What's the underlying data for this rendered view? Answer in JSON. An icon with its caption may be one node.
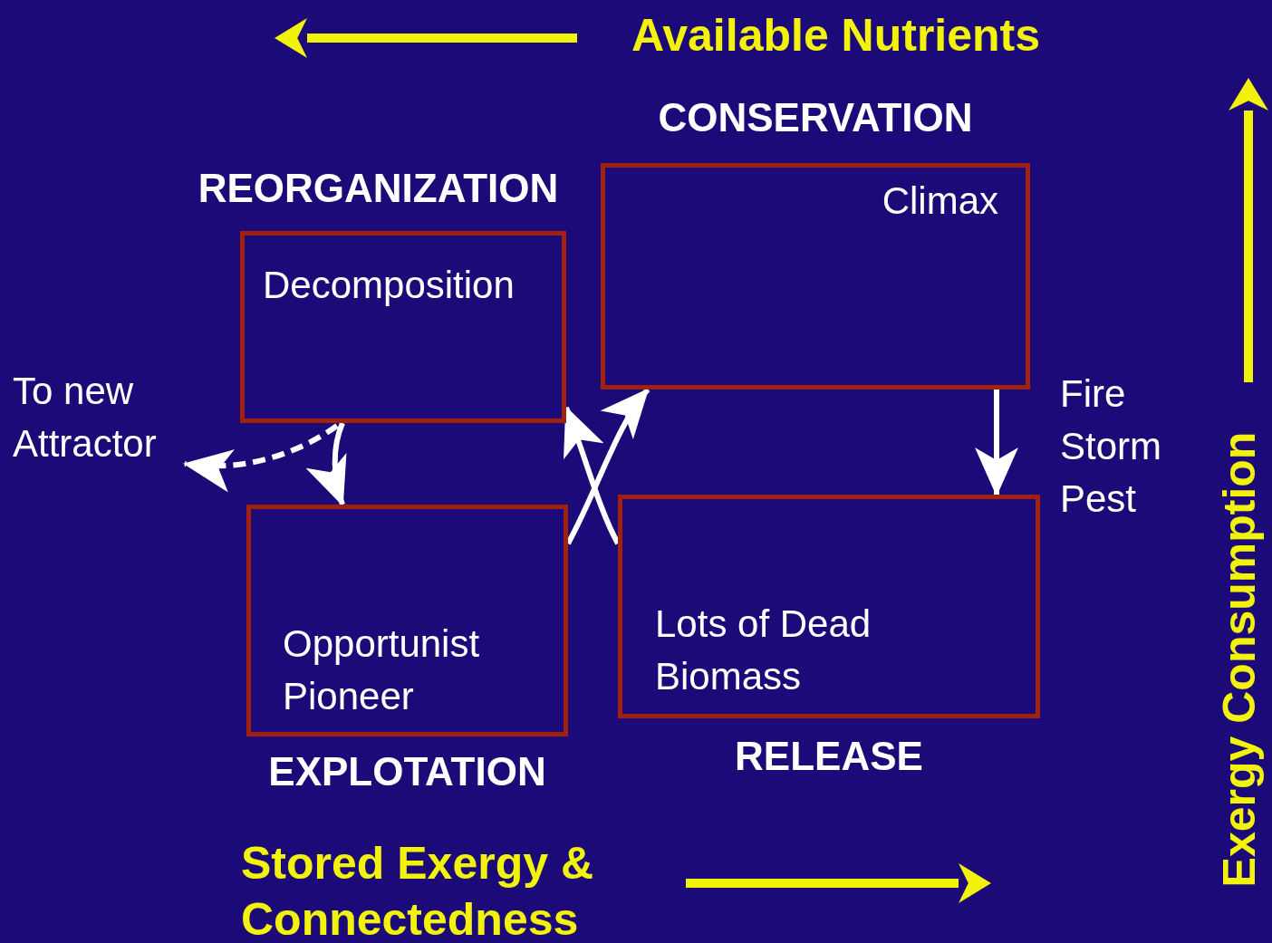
{
  "diagram": {
    "nodes": [
      {
        "text": [
          "REORGANIZATION",
          "Decomposition"
        ]
      },
      {
        "text": [
          "CONSERVATION",
          "Climax"
        ]
      },
      {
        "text": [
          "Lots of Dead Biomass",
          "RELEASE"
        ]
      },
      {
        "text": [
          "Opportunist Pioneer",
          "EXPLOTATION"
        ]
      },
      {
        "text": [
          "To new Attractor"
        ]
      }
    ],
    "edges": [
      {
        "from": 3,
        "to": 1,
        "arrow": "to"
      },
      {
        "from": 1,
        "to": 2,
        "arrow": "to",
        "label": "Fire Storm Pest"
      },
      {
        "from": 2,
        "to": 0,
        "arrow": "to"
      },
      {
        "from": 0,
        "to": 3,
        "arrow": "to"
      },
      {
        "from": 0,
        "to": 4,
        "arrow": "to",
        "style": "dashed"
      }
    ],
    "labels": [
      "Available Nutrients",
      "Stored Exergy & Connectedness",
      "Exergy Consumption"
    ]
  }
}
